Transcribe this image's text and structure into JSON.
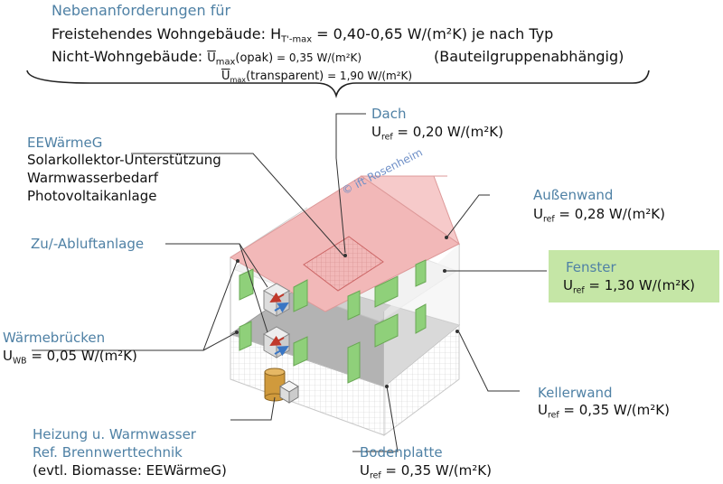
{
  "header": {
    "title": "Nebenanforderungen für",
    "line1_prefix": "Freistehendes Wohngebäude: H",
    "line1_sub": "T'-max",
    "line1_value": " = 0,40-0,65 W/(m²K) je nach Typ",
    "line2_prefix": "Nicht-Wohngebäude: ",
    "line2_u": "U",
    "line2_sub": "max",
    "line2_cond": "(opak)",
    "line2_value": " = 0,35 W/(m²K)",
    "line2_note": "(Bauteilgruppenabhängig)",
    "line3_u": "U",
    "line3_sub": "max",
    "line3_cond": "(transparent)",
    "line3_value": " = 1,90 W/(m²K)"
  },
  "labels": {
    "eewaermeg": {
      "title": "EEWärmeG",
      "items": [
        "Solarkollektor-Unterstützung",
        "Warmwasserbedarf",
        "Photovoltaikanlage"
      ]
    },
    "dach": {
      "title": "Dach",
      "u": "U",
      "sub": "ref",
      "value": " = 0,20 W/(m²K)"
    },
    "aussenwand": {
      "title": "Außenwand",
      "u": "U",
      "sub": "ref",
      "value": " = 0,28 W/(m²K)"
    },
    "fenster": {
      "title": "Fenster",
      "u": "U",
      "sub": "ref",
      "value": " = 1,30 W/(m²K)"
    },
    "lueftung": {
      "title": "Zu/-Abluftanlage"
    },
    "waermebruecken": {
      "title": "Wärmebrücken",
      "u": "U",
      "sub": "WB",
      "value": " = 0,05 W/(m²K)"
    },
    "kellerwand": {
      "title": "Kellerwand",
      "u": "U",
      "sub": "ref",
      "value": " = 0,35 W/(m²K)"
    },
    "bodenplatte": {
      "title": "Bodenplatte",
      "u": "U",
      "sub": "ref",
      "value": " = 0,35 W/(m²K)"
    },
    "heizung": {
      "title": "Heizung u. Warmwasser",
      "line2": "Ref. Brennwerttechnik",
      "line3": "(evtl. Biomasse: EEWärmeG)"
    }
  },
  "watermark": "© ift Rosenheim",
  "colors": {
    "label_blue": "#4f81a5",
    "roof": "#f2b8b8",
    "window": "#8fd07a",
    "fenster_highlight": "#c5e6a6",
    "basement": "#b3b3b3",
    "tank": "#d09a3c"
  }
}
